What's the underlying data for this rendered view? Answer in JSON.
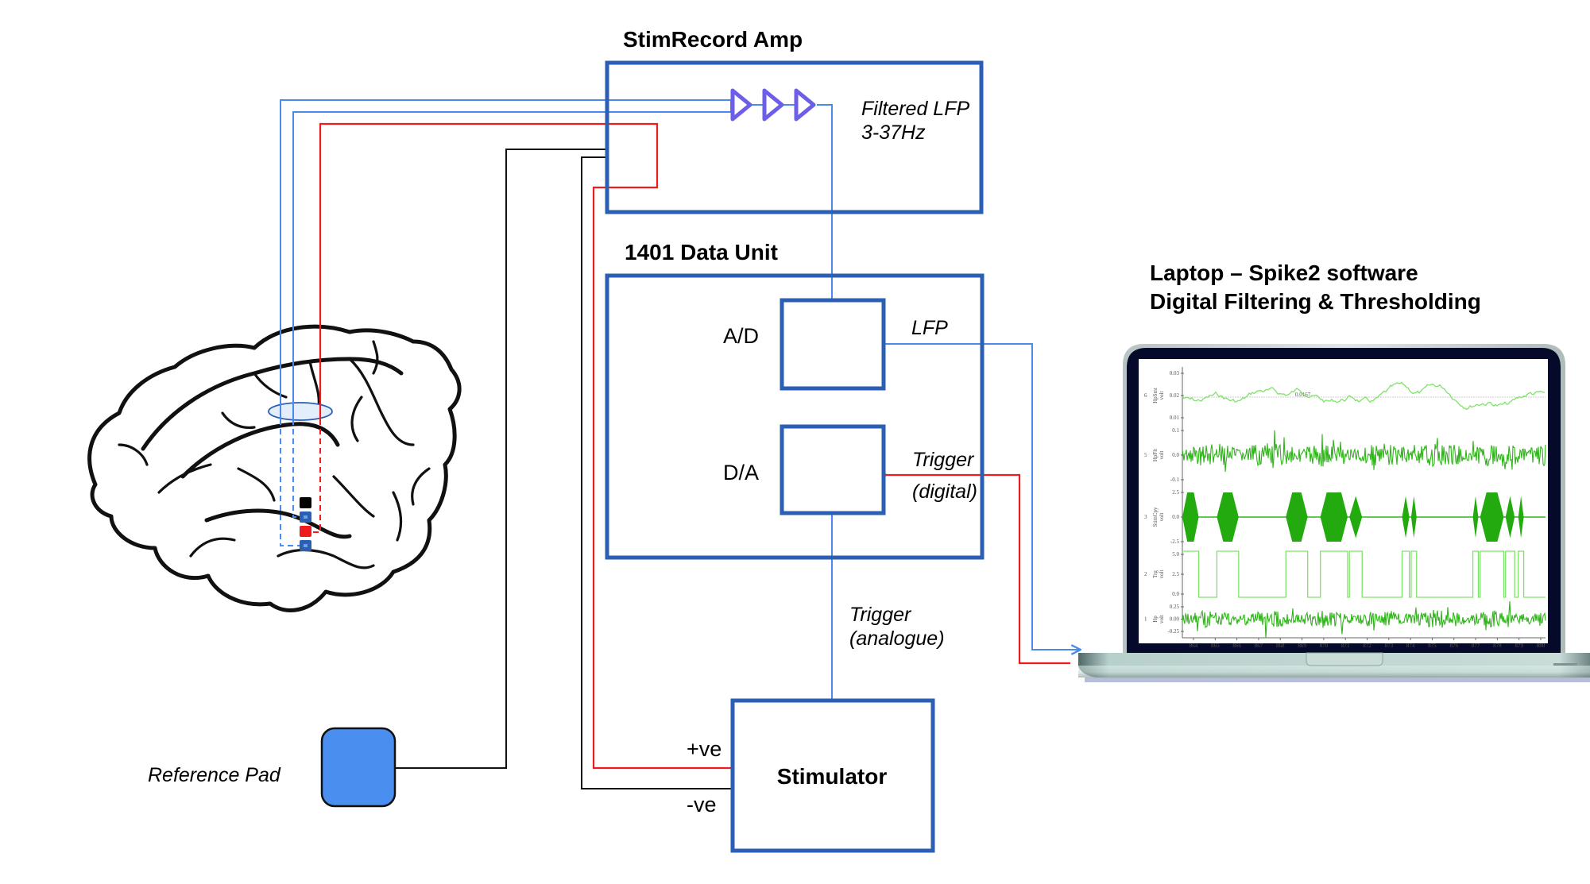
{
  "amp": {
    "title": "StimRecord Amp",
    "filter_label_line1": "Filtered LFP",
    "filter_label_line2": "3-37Hz"
  },
  "data_unit": {
    "title": "1401 Data Unit",
    "ad_label": "A/D",
    "da_label": "D/A",
    "lfp_label": "LFP",
    "trigger_digital_line1": "Trigger",
    "trigger_digital_line2": "(digital)"
  },
  "stimulator": {
    "title": "Stimulator",
    "pos_label": "+ve",
    "neg_label": "-ve",
    "trigger_analogue_line1": "Trigger",
    "trigger_analogue_line2": "(analogue)"
  },
  "reference_pad": {
    "label": "Reference Pad",
    "color": "#4a8ef0"
  },
  "laptop": {
    "title_line1": "Laptop – Spike2 software",
    "title_line2": "Digital Filtering & Thresholding",
    "channels": [
      {
        "num": "6",
        "name": "HpSmt",
        "unit": "volt",
        "ticks": [
          "0.03",
          "0.02",
          "0.01"
        ],
        "cursor_value": "0.0167"
      },
      {
        "num": "5",
        "name": "HpFlt",
        "unit": "volt",
        "ticks": [
          "0.1",
          "0.0",
          "-0.1"
        ]
      },
      {
        "num": "3",
        "name": "StimCpy",
        "unit": "volt",
        "ticks": [
          "2.5",
          "0.0",
          "-2.5"
        ]
      },
      {
        "num": "2",
        "name": "Trg",
        "unit": "volt",
        "ticks": [
          "5.0",
          "2.5",
          "0.0"
        ]
      },
      {
        "num": "1",
        "name": "Hp",
        "unit": "volt",
        "ticks": [
          "0.25",
          "0.00",
          "-0.25"
        ]
      }
    ],
    "x_ticks": [
      "864",
      "865",
      "866",
      "867",
      "868",
      "869",
      "870",
      "871",
      "872",
      "873",
      "874",
      "875",
      "876",
      "877",
      "878",
      "879",
      "880"
    ]
  },
  "colors": {
    "box_stroke": "#2b5fb4",
    "wire_blue": "#4a8ae8",
    "wire_red": "#ee1c1c",
    "amplifier": "#6d5ee8",
    "trace_green": "#2fb51a"
  }
}
